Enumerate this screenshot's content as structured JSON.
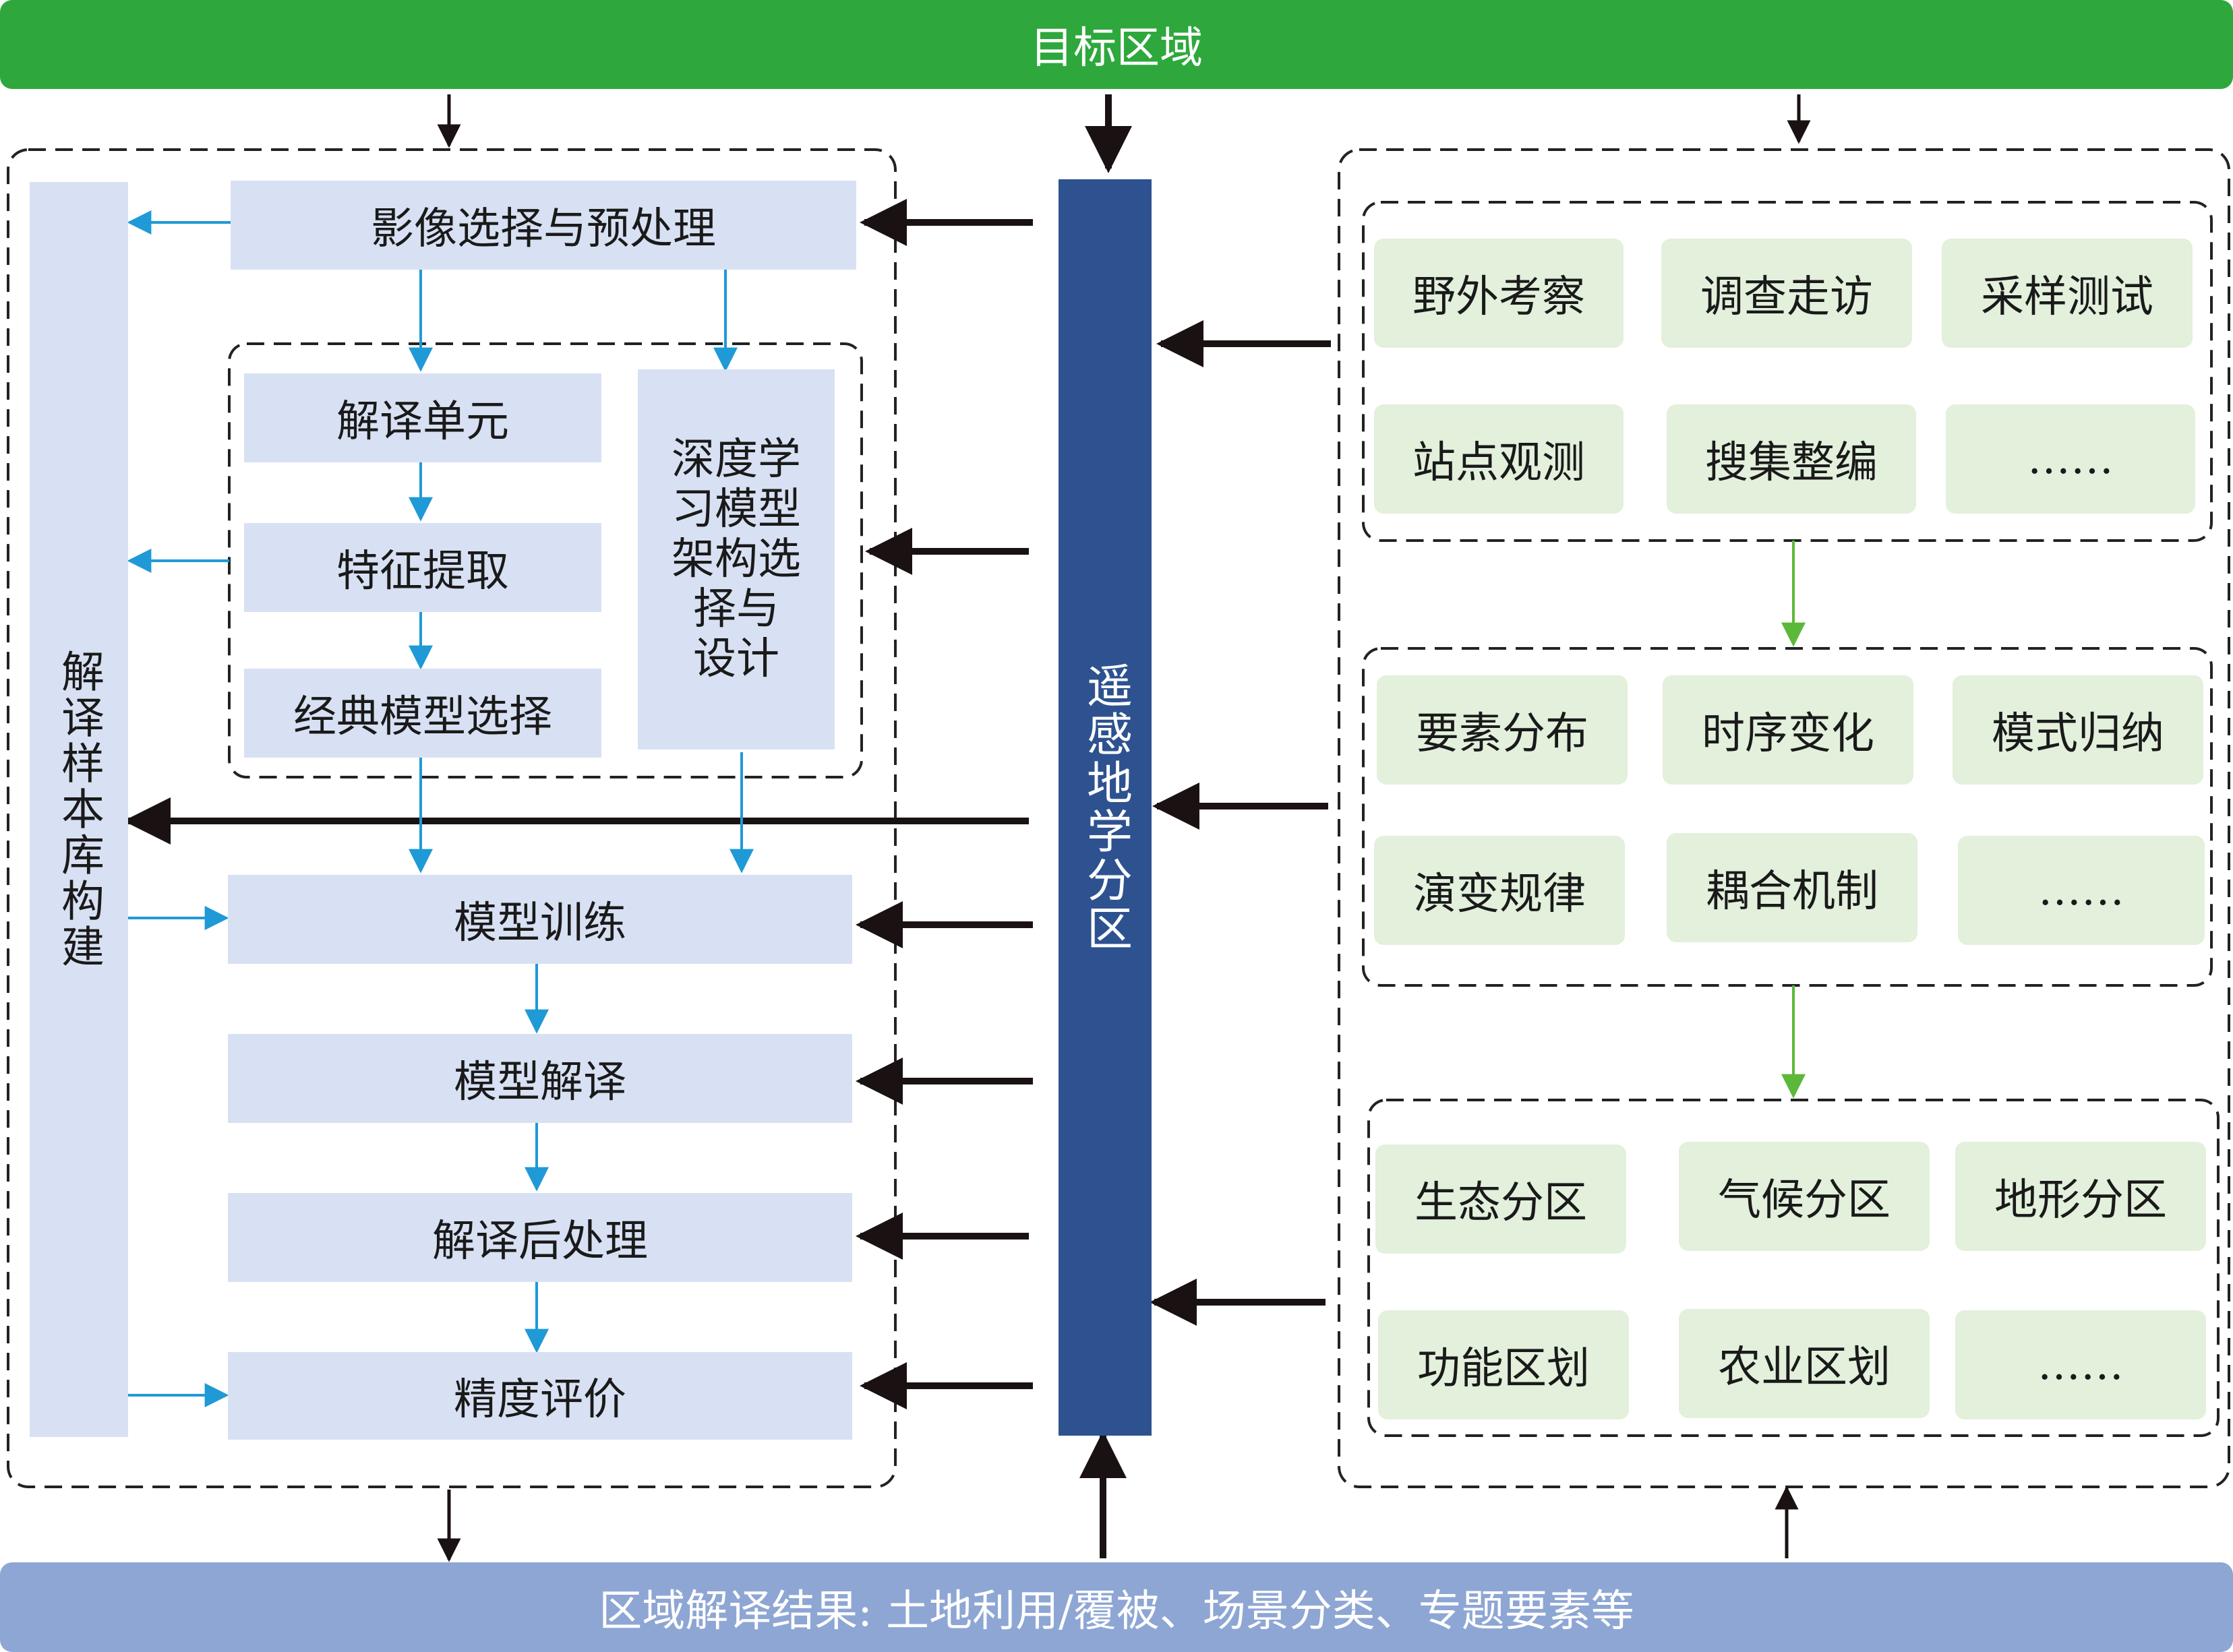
{
  "top_banner": {
    "label": "目标区域",
    "color": "#2ea83c"
  },
  "bottom_banner": {
    "label": "区域解译结果: 土地利用/覆被、场景分类、专题要素等",
    "color": "#8ea6d4"
  },
  "center_bar": {
    "label": "遥感地学分区",
    "color": "#2e5290"
  },
  "sample_library": {
    "label": "解译样本库构建"
  },
  "left_flow": {
    "image_selection": "影像选择与预处理",
    "interpretation_unit": "解译单元",
    "feature_extraction": "特征提取",
    "classic_model": "经典模型选择",
    "deep_learning_lines": [
      "深度学",
      "习模型",
      "架构选",
      "择与",
      "设计"
    ],
    "model_training": "模型训练",
    "model_interpretation": "模型解译",
    "post_processing": "解译后处理",
    "accuracy_evaluation": "精度评价"
  },
  "right_groups": {
    "group1": [
      "野外考察",
      "调查走访",
      "采样测试",
      "站点观测",
      "搜集整编",
      "……"
    ],
    "group2": [
      "要素分布",
      "时序变化",
      "模式归纳",
      "演变规律",
      "耦合机制",
      "……"
    ],
    "group3": [
      "生态分区",
      "气候分区",
      "地形分区",
      "功能区划",
      "农业区划",
      "……"
    ]
  },
  "colors": {
    "arrow_blue": "#1f9ad6",
    "arrow_green": "#5cb83a",
    "arrow_black": "#1a1212"
  }
}
